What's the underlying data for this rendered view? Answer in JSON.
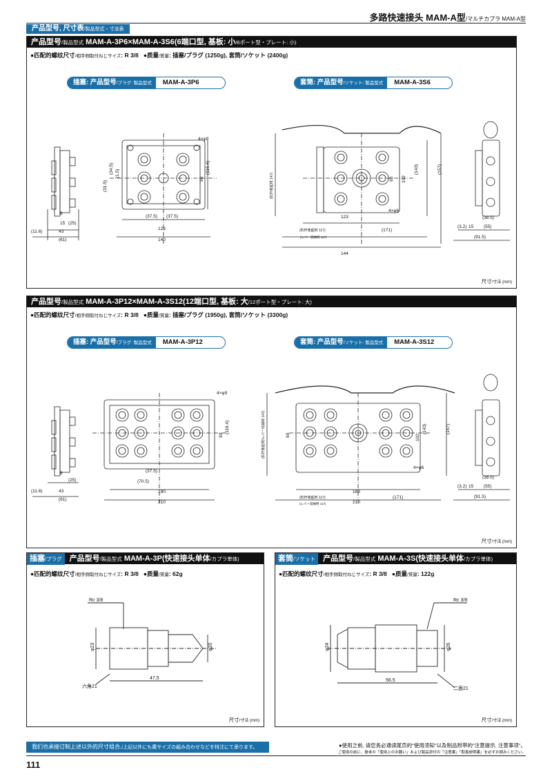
{
  "header": {
    "title_cn": "多路快速接头 MAM-A型",
    "title_jp": "/マルチカプラ MAM-A型"
  },
  "section_tab": {
    "cn": "产品型号, 尺寸表",
    "jp": "/製品型式・寸法表"
  },
  "panel1": {
    "head_label_cn": "产品型号",
    "head_label_jp": "/製品型式",
    "head_model": "MAM-A-3P6×MAM-A-3S6",
    "head_desc_cn": "(6端口型, 基板: 小",
    "head_desc_jp": "/6ポート型・プレート: 小)",
    "spec_thread_cn": "●匹配的螺纹尺寸",
    "spec_thread_jp": "/相手側取付ねじサイズ",
    "spec_thread_val": ": R 3/8",
    "spec_mass_cn": "●质量",
    "spec_mass_jp": "/質量",
    "spec_mass_val": ": 插塞/プラグ (1250g), 套筒/ソケット (2400g)",
    "plug_pill_label_cn": "插塞: 产品型号",
    "plug_pill_label_jp": "/プラグ: 製品型式",
    "plug_pill_value": "MAM-A-3P6",
    "socket_pill_label_cn": "套筒: 产品型号",
    "socket_pill_label_jp": "/ソケット: 製品型式",
    "socket_pill_value": "MAM-A-3S6",
    "unit_cn": "尺寸",
    "unit_jp": "/寸法 (mm)",
    "dims": {
      "d4x9": "4×φ9",
      "d116": "(116.4)",
      "d90": "90",
      "d34": "(34.5)",
      "d15": "(1.5)",
      "d31": "(31.5)",
      "d375a": "(37.5)",
      "d375b": "(37.5)",
      "d126": "126",
      "d140": "140",
      "d8": "8",
      "d15b": "15",
      "d25": "(25)",
      "d116s": "(11.6)",
      "d43": "43",
      "d61": "(61)",
      "d147": "(杠杆收起时 147)",
      "d147jp": "(レバー収納時 147)",
      "d4x6": "4×φ6",
      "d60": "60",
      "d102": "102",
      "d143": "(143)",
      "d157": "(157)",
      "d123": "123",
      "d117": "(杠杆收起时 117)",
      "d117jp": "(レバー収納時 117)",
      "d171": "(171)",
      "d144": "144",
      "d32": "(3.2)",
      "d15c": "15",
      "d55": "(55)",
      "d385": "(38.5)",
      "d915": "(91.5)"
    }
  },
  "panel2": {
    "head_label_cn": "产品型号",
    "head_label_jp": "/製品型式",
    "head_model": "MAM-A-3P12×MAM-A-3S12",
    "head_desc_cn": "(12端口型, 基板: 大",
    "head_desc_jp": "/12ポート型・プレート: 大)",
    "spec_thread_cn": "●匹配的螺纹尺寸",
    "spec_thread_jp": "/相手側取付ねじサイズ",
    "spec_thread_val": ": R 3/8",
    "spec_mass_cn": "●质量",
    "spec_mass_jp": "/質量",
    "spec_mass_val": ": 插塞/プラグ (1950g), 套筒/ソケット (3300g)",
    "plug_pill_label_cn": "插塞: 产品型号",
    "plug_pill_label_jp": "/プラグ: 製品型式",
    "plug_pill_value": "MAM-A-3P12",
    "socket_pill_label_cn": "套筒: 产品型号",
    "socket_pill_label_jp": "/ソケット: 製品型式",
    "socket_pill_value": "MAM-A-3S12",
    "unit_cn": "尺寸",
    "unit_jp": "/寸法 (mm)",
    "dims": {
      "d4x9": "4×φ9",
      "d190": "190",
      "d210": "210",
      "d705": "(70.5)",
      "d375": "(37.5)",
      "d189": "189",
      "d210b": "210",
      "d4x6": "4×φ6",
      "d116": "(116.4)",
      "d90": "90",
      "d143": "(143)",
      "d157": "(157)",
      "d102": "102",
      "d60": "60",
      "d117": "(杠杆收起时 117)",
      "d117jp": "(レバー収納時 117)",
      "d171": "(171)",
      "d147": "(杠杆收起时/レバー収納時 147)",
      "d915": "(91.5)",
      "d385": "(38.5)",
      "d55": "(55)",
      "d32": "(3.2)",
      "d15": "15",
      "d8": "8",
      "d25": "(25)",
      "d116s": "(11.6)",
      "d43": "43",
      "d61": "(61)"
    }
  },
  "panel3": {
    "tag_cn": "插塞",
    "tag_jp": "/プラグ",
    "head_label_cn": "产品型号",
    "head_label_jp": "/製品型式",
    "head_model": "MAM-A-3P",
    "head_desc_cn": "(快速接头单体",
    "head_desc_jp": "/カプラ単体)",
    "spec_thread_cn": "●匹配的螺纹尺寸",
    "spec_thread_jp": "/相手側取付ねじサイズ",
    "spec_thread_val": ": R 3/8",
    "spec_mass_cn": "●质量",
    "spec_mass_jp": "/質量",
    "spec_mass_val": ": 62g",
    "unit_cn": "尺寸",
    "unit_jp": "/寸法 (mm)",
    "dims": {
      "rc": "Rc 3/8",
      "d23": "φ23",
      "d20": "φ20",
      "hex": "六角21",
      "len": "47.5"
    }
  },
  "panel4": {
    "tag_cn": "套筒",
    "tag_jp": "/ソケット",
    "head_label_cn": "产品型号",
    "head_label_jp": "/製品型式",
    "head_model": "MAM-A-3S",
    "head_desc_cn": "(快速接头单体",
    "head_desc_jp": "/カプラ単体)",
    "spec_thread_cn": "●匹配的螺纹尺寸",
    "spec_thread_jp": "/相手側取付ねじサイズ",
    "spec_thread_val": ": R 3/8",
    "spec_mass_cn": "●质量",
    "spec_mass_jp": "/質量",
    "spec_mass_val": ": 122g",
    "unit_cn": "尺寸",
    "unit_jp": "/寸法 (mm)",
    "dims": {
      "rc": "Rc 3/8",
      "d24": "φ24",
      "d26": "φ26",
      "flat": "二面21",
      "len": "56.5"
    }
  },
  "footer": {
    "bar_cn": "我们也承接订制上述以外的尺寸组合,",
    "bar_jp": "/上記以外にも廣サイズの組み合わせなどを特注にて承ります。",
    "note_cn": "●使用之前, 请您务必通读尾页的\"使用须知\"以及制品附带的\"注意提示, 注意事项\"。",
    "note_jp": "ご使用の前に、巻末の「使用上のお願い」および製品添付の「注意書」「取扱説明書」を必ずお読みください。",
    "page_number": "111"
  }
}
